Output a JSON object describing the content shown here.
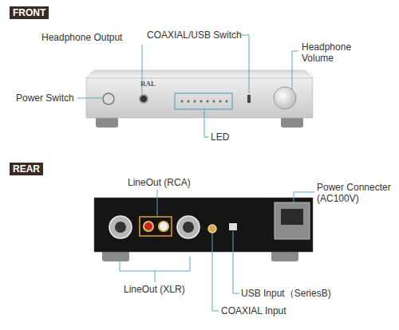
{
  "diagram": {
    "nodes": [
      {
        "text": [
          "FRONT"
        ]
      },
      {
        "text": [
          "REAR"
        ]
      }
    ],
    "labels": [
      "Headphone Output",
      "COAXIAL/USB Switch",
      "Headphone Volume",
      "Power Switch",
      "LED",
      "RAL",
      "LineOut (RCA)",
      "Power Connecter (AC100V)",
      "LineOut (XLR)",
      "USB Input（SeriesB)",
      "COAXIAL Input"
    ]
  }
}
